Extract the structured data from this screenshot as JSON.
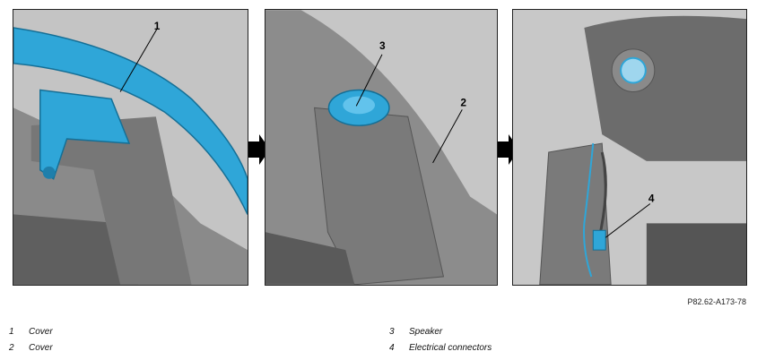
{
  "figure_code": "P82.62-A173-78",
  "callouts": [
    "1",
    "3",
    "2",
    "4"
  ],
  "legend": [
    {
      "number": "1",
      "label": "Cover"
    },
    {
      "number": "2",
      "label": "Cover"
    },
    {
      "number": "3",
      "label": "Speaker"
    },
    {
      "number": "4",
      "label": "Electrical connectors"
    }
  ],
  "colors": {
    "highlight": "#2fa6d8",
    "part_gray": "#6f6f6f",
    "background_gray": "#bfbfbf"
  }
}
